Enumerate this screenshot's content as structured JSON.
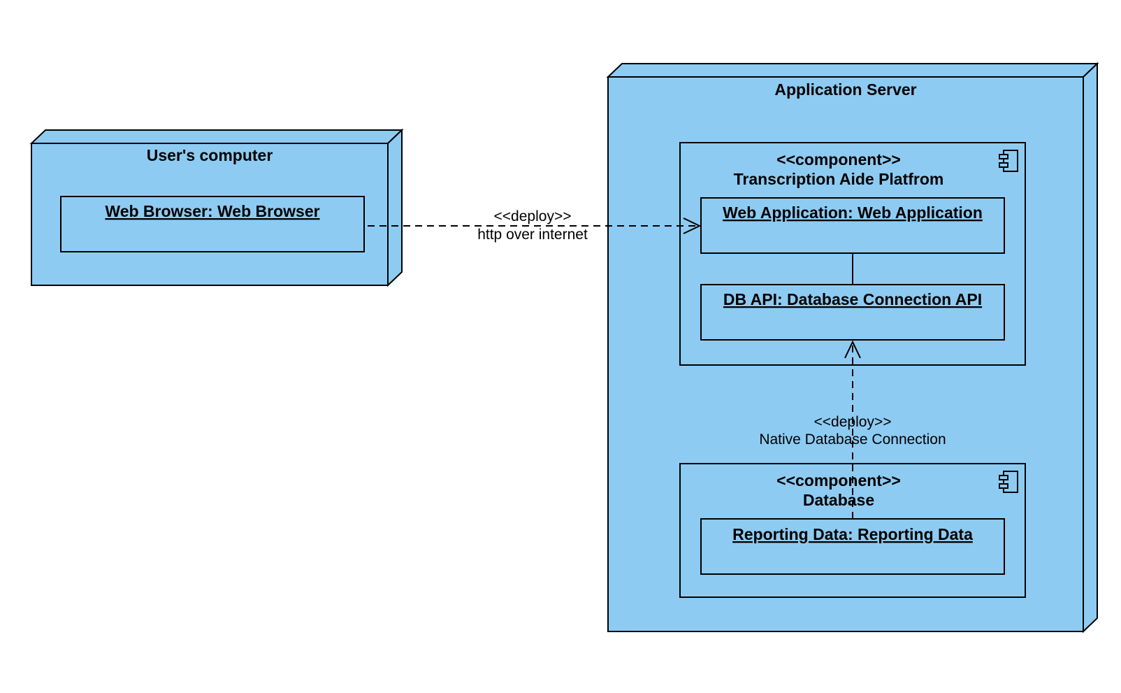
{
  "colors": {
    "node_fill": "#8ecbf2",
    "stroke": "#000000",
    "background": "#ffffff"
  },
  "nodes": {
    "user_computer": {
      "title": "User's computer"
    },
    "app_server": {
      "title": "Application Server"
    }
  },
  "components": {
    "platform": {
      "stereotype": "<<component>>",
      "name": "Transcription Aide Platfrom",
      "icon": "component-icon"
    },
    "database": {
      "stereotype": "<<component>>",
      "name": "Database",
      "icon": "component-icon"
    }
  },
  "artifacts": {
    "web_browser": "Web Browser: Web Browser",
    "web_application": "Web Application: Web Application",
    "db_api": "DB API: Database Connection API",
    "reporting_data": "Reporting Data: Reporting Data"
  },
  "edges": {
    "http": {
      "stereotype": "<<deploy>>",
      "label": "http over internet"
    },
    "db": {
      "stereotype": "<<deploy>>",
      "label": "Native Database Connection"
    }
  }
}
